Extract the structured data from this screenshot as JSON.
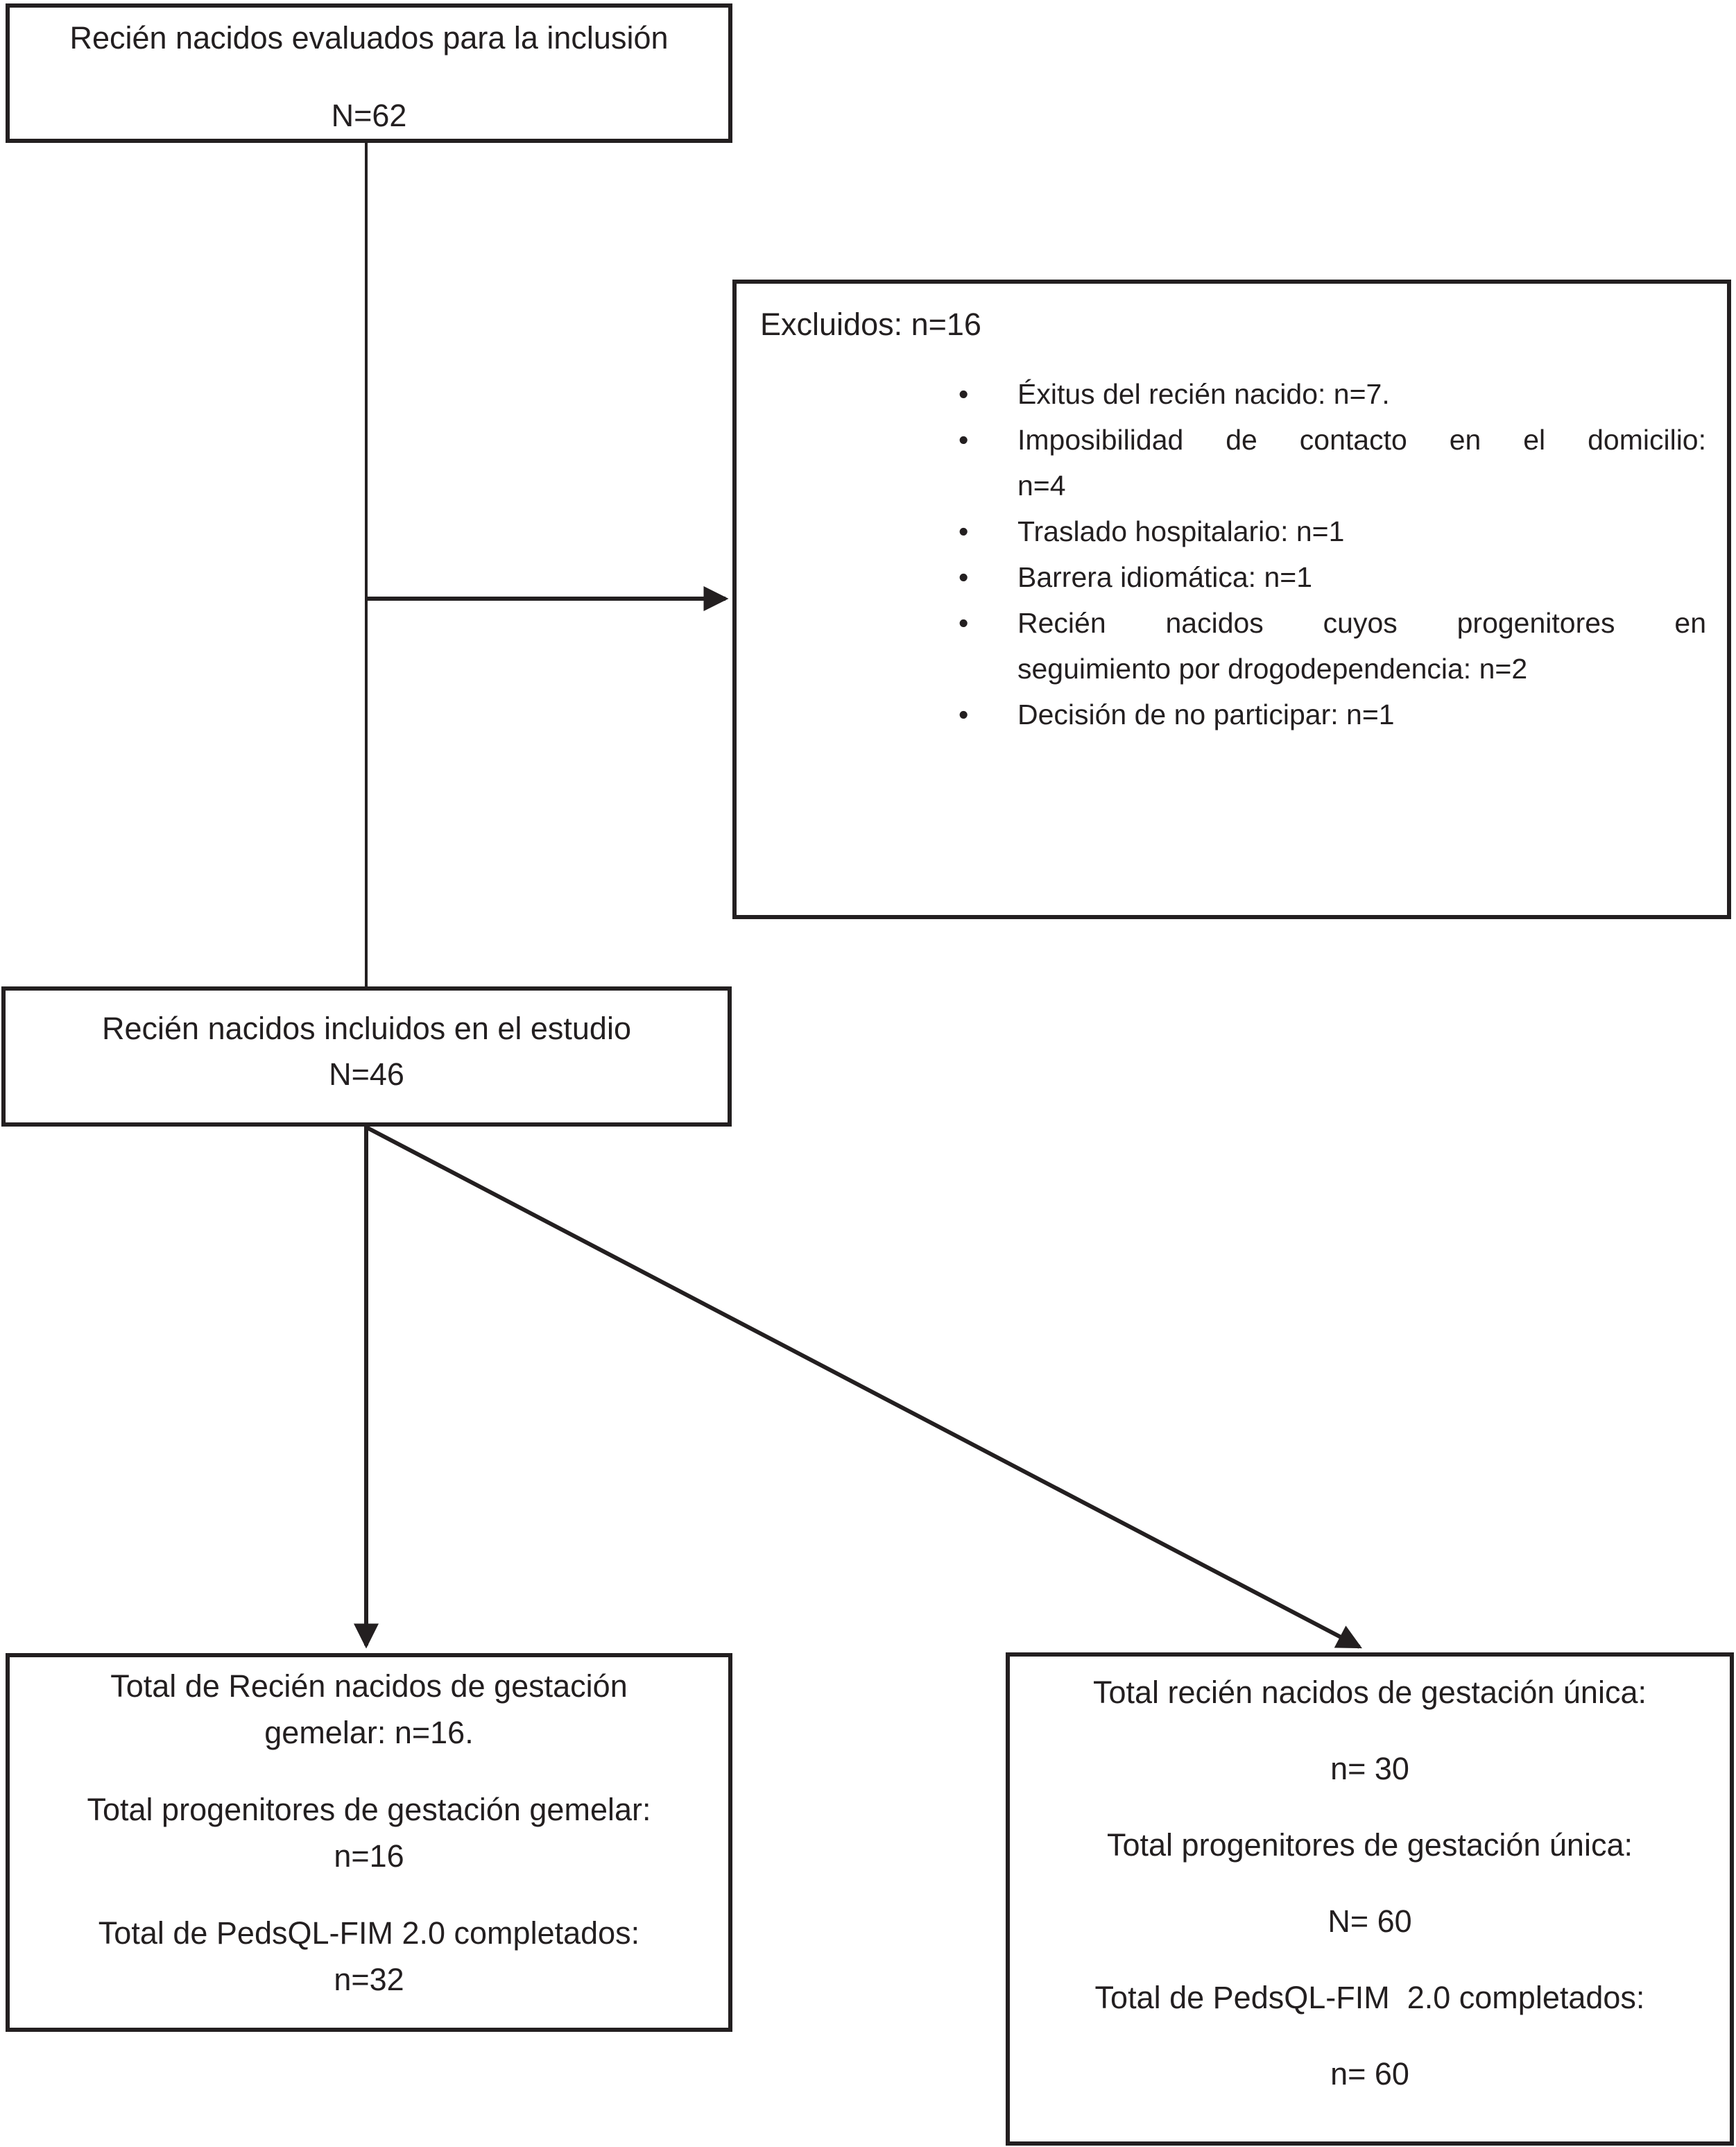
{
  "colors": {
    "ink": "#231f20",
    "background": "#ffffff"
  },
  "flow": {
    "box_assessed": {
      "title": "Recién nacidos evaluados para la inclusión",
      "n": "N=62"
    },
    "box_excluded": {
      "title": "Excluidos: n=16",
      "bullet_glyph": "•",
      "items": [
        {
          "l1": "Éxitus del recién nacido: n=7."
        },
        {
          "l1": "Imposibilidad de contacto en el domicilio:",
          "l2": "n=4"
        },
        {
          "l1": "Traslado hospitalario: n=1"
        },
        {
          "l1": "Barrera idiomática: n=1"
        },
        {
          "l1": "Recién nacidos cuyos progenitores en",
          "l2": "seguimiento por drogodependencia: n=2"
        },
        {
          "l1": "Decisión de no participar: n=1"
        }
      ]
    },
    "box_included": {
      "title": "Recién nacidos incluidos en el estudio",
      "n": "N=46"
    },
    "box_twin": {
      "lines": [
        "Total de Recién nacidos de gestación",
        "gemelar: n=16.",
        "Total progenitores de gestación gemelar:",
        "n=16",
        "Total de PedsQL-FIM 2.0 completados:",
        "n=32"
      ]
    },
    "box_single": {
      "lines": [
        "Total recién nacidos de gestación única:",
        "n= 30",
        "Total progenitores de gestación única:",
        "N= 60",
        "Total de PedsQL-FIM  2.0 completados:",
        "n= 60"
      ]
    }
  }
}
